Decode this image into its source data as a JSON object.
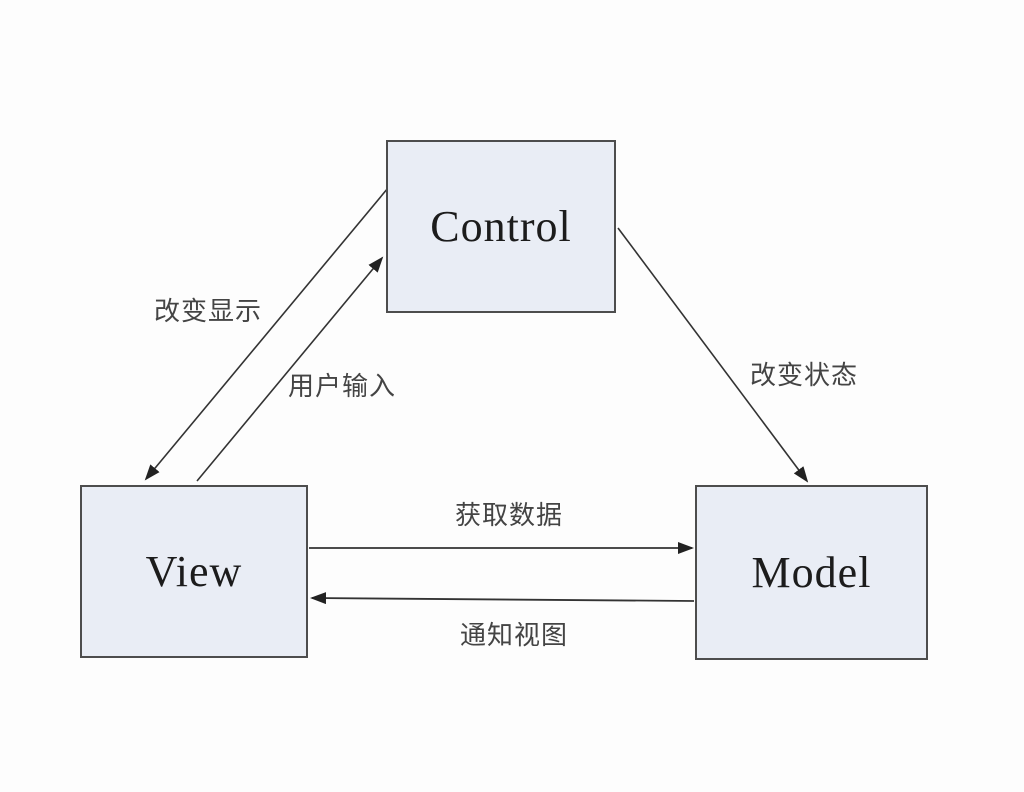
{
  "diagram": {
    "type": "flow-diagram",
    "subject": "MVC architecture",
    "nodes": [
      {
        "id": "control",
        "label": "Control"
      },
      {
        "id": "view",
        "label": "View"
      },
      {
        "id": "model",
        "label": "Model"
      }
    ],
    "edges": [
      {
        "id": "change-display",
        "label": "改变显示",
        "from": "Control",
        "to": "View"
      },
      {
        "id": "user-input",
        "label": "用户输入",
        "from": "View",
        "to": "Control"
      },
      {
        "id": "change-state",
        "label": "改变状态",
        "from": "Control",
        "to": "Model"
      },
      {
        "id": "get-data",
        "label": "获取数据",
        "from": "View",
        "to": "Model"
      },
      {
        "id": "notify-view",
        "label": "通知视图",
        "from": "Model",
        "to": "View"
      }
    ],
    "colors": {
      "node_fill": "#e9edf5",
      "node_border": "#4d4d4d",
      "arrow": "#333333",
      "label_text": "#444444",
      "node_text": "#1c1c1c",
      "background": "#fdfdfd"
    }
  }
}
